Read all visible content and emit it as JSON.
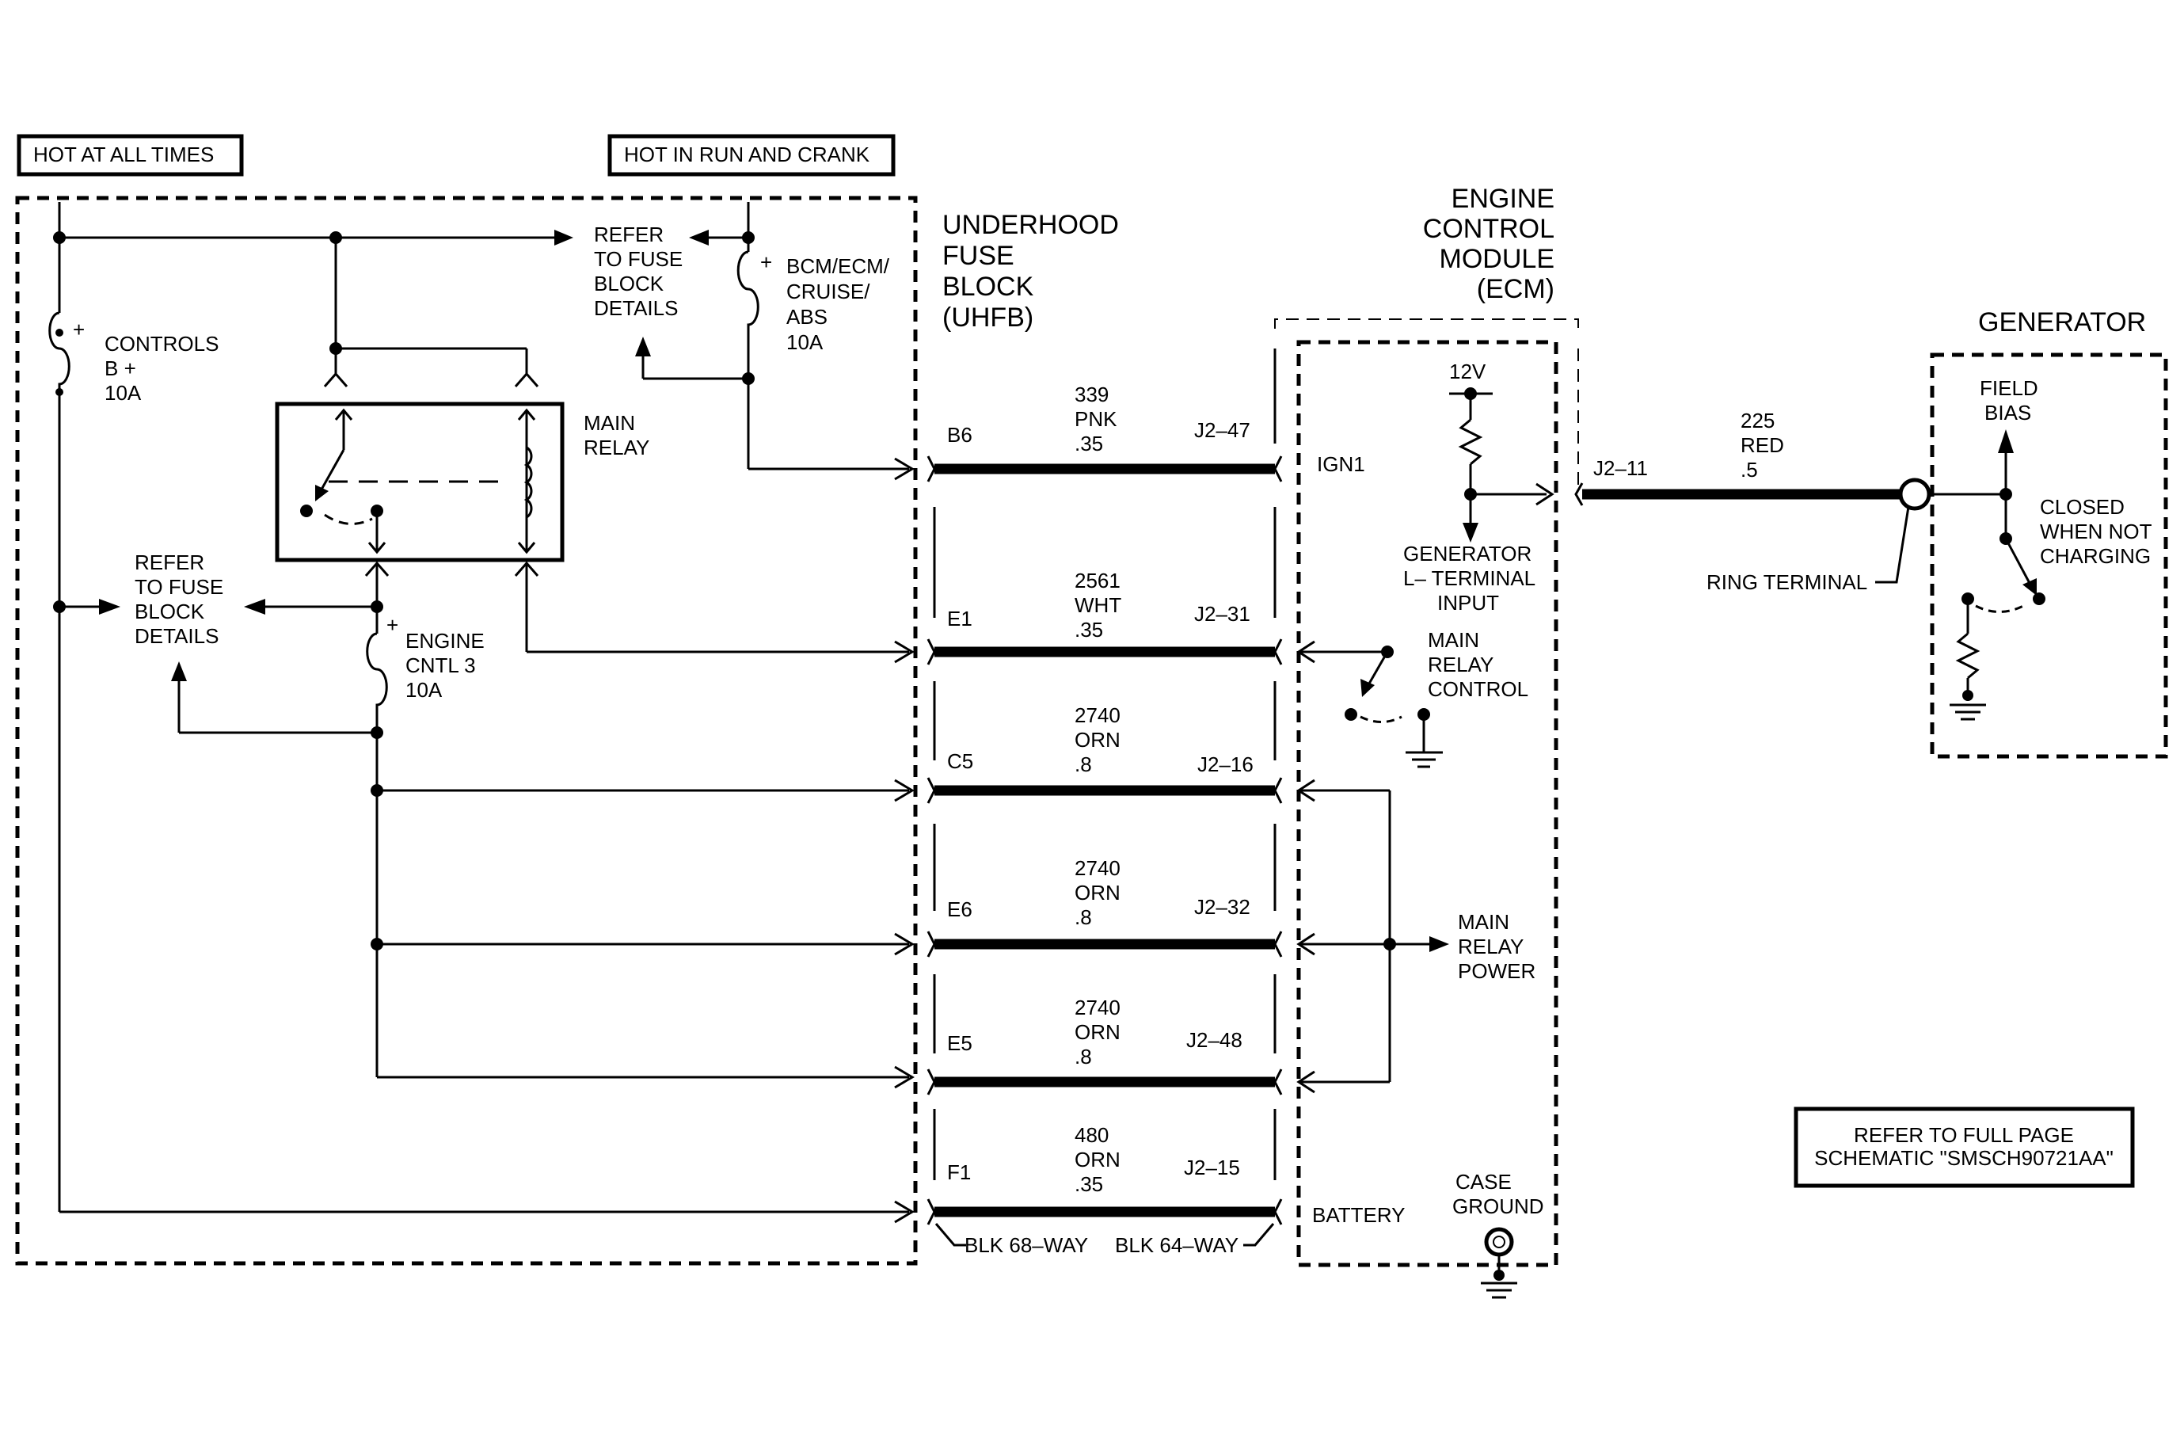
{
  "labels": {
    "hot_all_times": "HOT AT ALL TIMES",
    "hot_run_crank": "HOT IN RUN AND CRANK",
    "refer_fuse_1": [
      "REFER",
      "TO FUSE",
      "BLOCK",
      "DETAILS"
    ],
    "refer_fuse_2": [
      "REFER",
      "TO FUSE",
      "BLOCK",
      "DETAILS"
    ],
    "fuse_bcm": [
      "BCM/ECM/",
      "CRUISE/",
      "ABS",
      "10A"
    ],
    "fuse_controls": [
      "CONTROLS",
      "B +",
      "10A"
    ],
    "main_relay": [
      "MAIN",
      "RELAY"
    ],
    "fuse_engine": [
      "ENGINE",
      "CNTL 3",
      "10A"
    ],
    "uhfb_title": [
      "UNDERHOOD",
      "FUSE",
      "BLOCK",
      "(UHFB)"
    ],
    "ecm_title": [
      "ENGINE",
      "CONTROL",
      "MODULE",
      "(ECM)"
    ],
    "generator_title": "GENERATOR",
    "v12": "12V",
    "ign1": "IGN1",
    "gen_input": [
      "GENERATOR",
      "L– TERMINAL",
      "INPUT"
    ],
    "main_relay_control": [
      "MAIN",
      "RELAY",
      "CONTROL"
    ],
    "main_relay_power": [
      "MAIN",
      "RELAY",
      "POWER"
    ],
    "battery": "BATTERY",
    "case_ground": [
      "CASE",
      "GROUND"
    ],
    "blk68": "BLK 68–WAY",
    "blk64": "BLK 64–WAY",
    "ring_terminal": "RING TERMINAL",
    "field_bias": [
      "FIELD",
      "BIAS"
    ],
    "closed_note": [
      "CLOSED",
      "WHEN NOT",
      "CHARGING"
    ],
    "refer_full": [
      "REFER TO FULL PAGE",
      "SCHEMATIC \"SMSCH90721AA\""
    ],
    "j2_11": "J2–11"
  },
  "circuits": [
    {
      "pin": "B6",
      "wire": [
        "339",
        "PNK",
        ".35"
      ],
      "ecm_pin": "J2–47"
    },
    {
      "pin": "E1",
      "wire": [
        "2561",
        "WHT",
        ".35"
      ],
      "ecm_pin": "J2–31"
    },
    {
      "pin": "C5",
      "wire": [
        "2740",
        "ORN",
        ".8"
      ],
      "ecm_pin": "J2–16"
    },
    {
      "pin": "E6",
      "wire": [
        "2740",
        "ORN",
        ".8"
      ],
      "ecm_pin": "J2–32"
    },
    {
      "pin": "E5",
      "wire": [
        "2740",
        "ORN",
        ".8"
      ],
      "ecm_pin": "J2–48"
    },
    {
      "pin": "F1",
      "wire": [
        "480",
        "ORN",
        ".35"
      ],
      "ecm_pin": "J2–15"
    }
  ],
  "gen_wire": [
    "225",
    "RED",
    ".5"
  ]
}
